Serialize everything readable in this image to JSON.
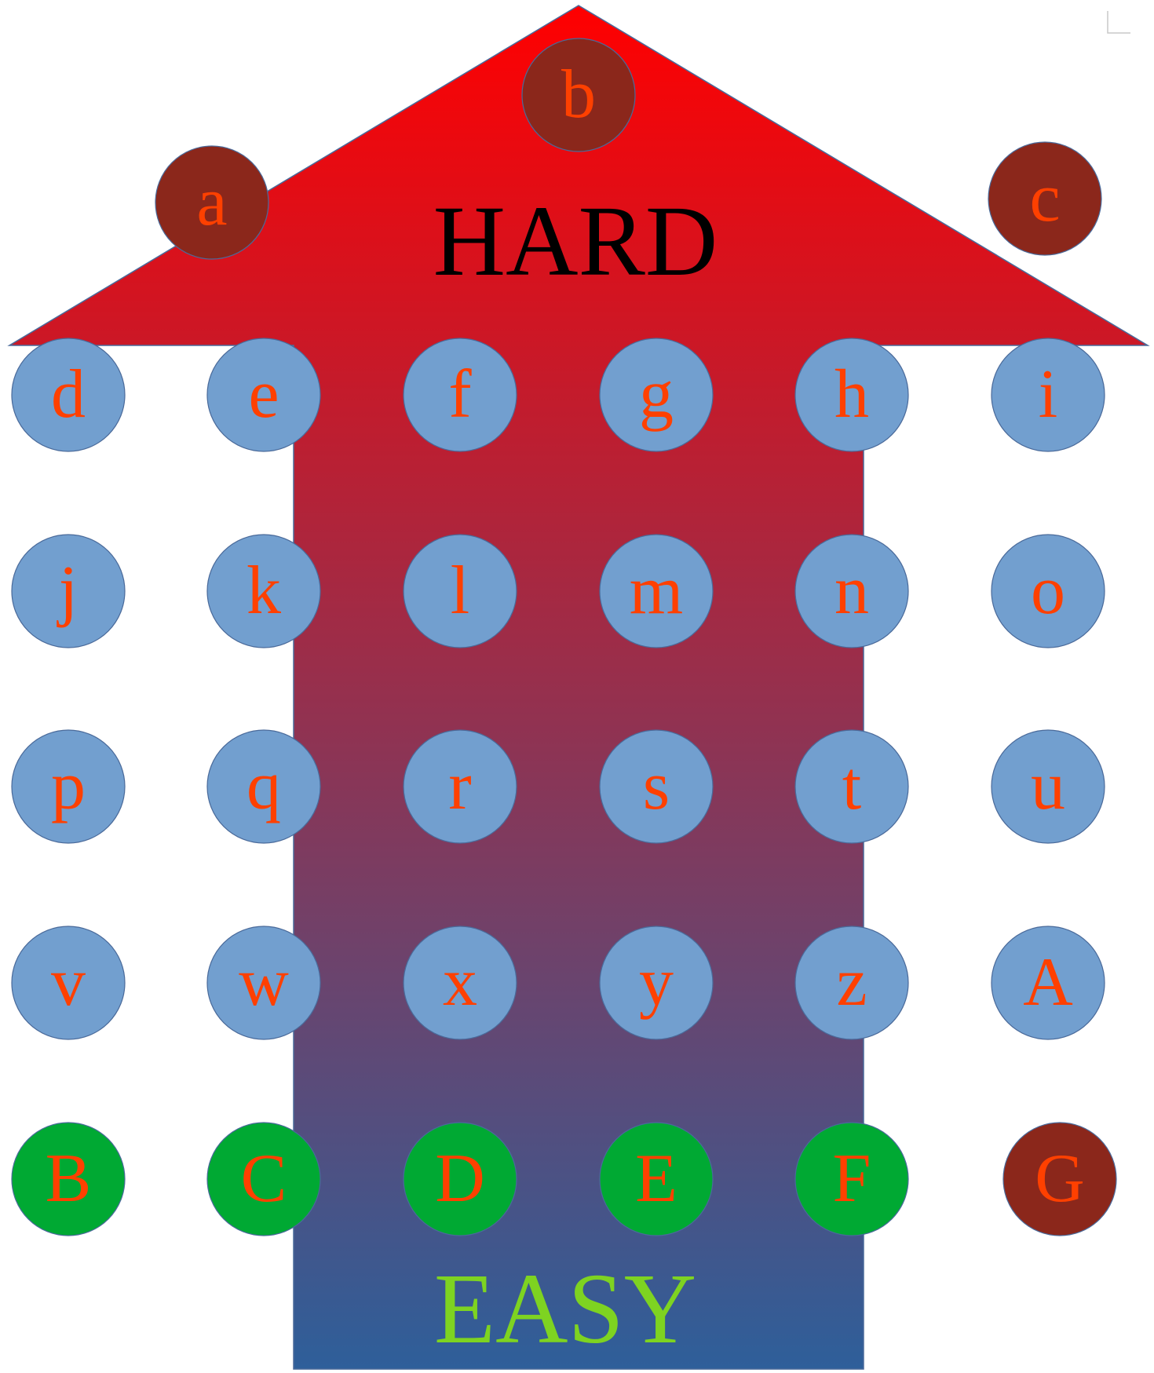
{
  "labels": {
    "top": "HARD",
    "bottom": "EASY"
  },
  "colors": {
    "arrow_top": "#ff0000",
    "arrow_bottom": "#2e5f9a",
    "hard_text": "#000000",
    "easy_text": "#7ed321",
    "letter_text": "#ff4000",
    "node_blue": "#729fcf",
    "node_green": "#00a933",
    "node_brown": "#8b271b",
    "node_stroke": "#4a6a9a"
  },
  "nodes": {
    "hard": [
      {
        "letter": "a",
        "tone": "brown"
      },
      {
        "letter": "b",
        "tone": "brown"
      },
      {
        "letter": "c",
        "tone": "brown"
      }
    ],
    "grid_rows": [
      [
        "d",
        "e",
        "f",
        "g",
        "h",
        "i"
      ],
      [
        "j",
        "k",
        "l",
        "m",
        "n",
        "o"
      ],
      [
        "p",
        "q",
        "r",
        "s",
        "t",
        "u"
      ],
      [
        "v",
        "w",
        "x",
        "y",
        "z",
        "A"
      ]
    ],
    "easy_row": [
      {
        "letter": "B",
        "tone": "green"
      },
      {
        "letter": "C",
        "tone": "green"
      },
      {
        "letter": "D",
        "tone": "green"
      },
      {
        "letter": "E",
        "tone": "green"
      },
      {
        "letter": "F",
        "tone": "green"
      },
      {
        "letter": "G",
        "tone": "brown"
      }
    ]
  }
}
